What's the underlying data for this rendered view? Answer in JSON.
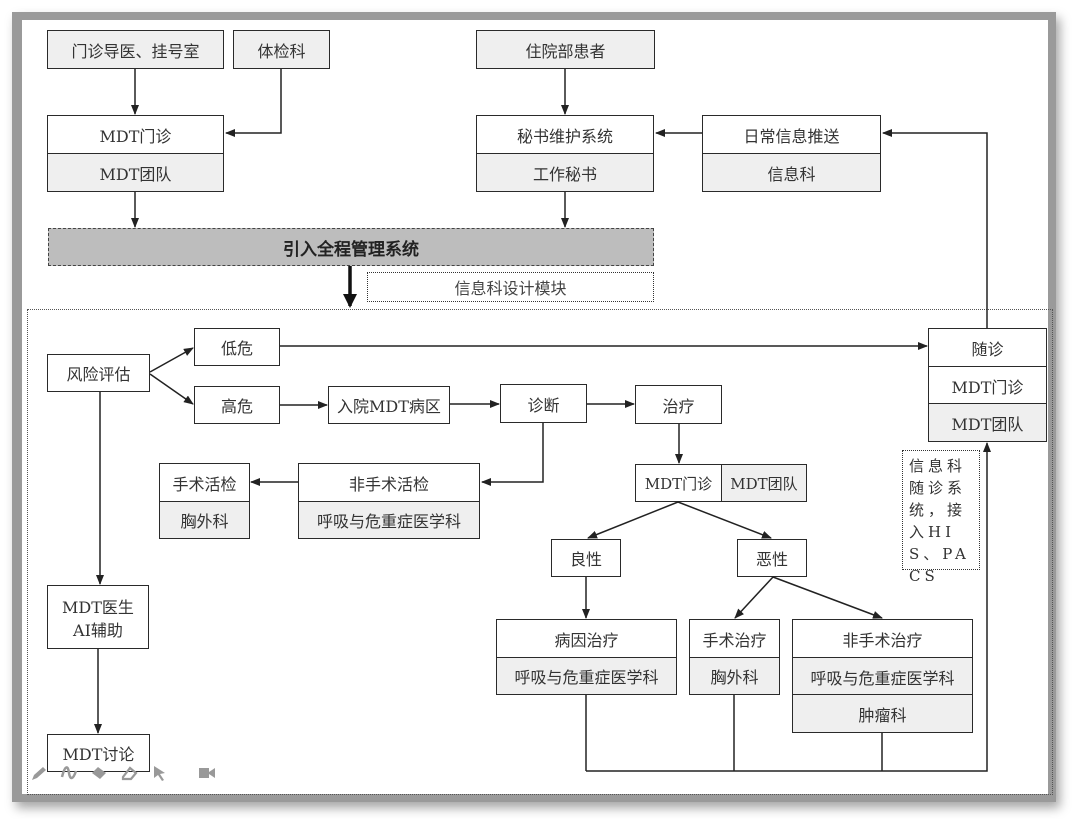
{
  "top": {
    "outpatient_guide": "门诊导医、挂号室",
    "physical_exam": "体检科",
    "inpatient": "住院部患者",
    "mdt_clinic": {
      "title": "MDT门诊",
      "team": "MDT团队"
    },
    "secretary": {
      "title": "秘书维护系统",
      "team": "工作秘书"
    },
    "daily_push": {
      "title": "日常信息推送",
      "team": "信息科"
    }
  },
  "system_bar": "引入全程管理系统",
  "module_note": "信息科设计模块",
  "flow": {
    "risk_assessment": "风险评估",
    "low_risk": "低危",
    "high_risk": "高危",
    "admission": "入院MDT病区",
    "diagnosis": "诊断",
    "treatment": "治疗",
    "surgical_biopsy": {
      "title": "手术活检",
      "team": "胸外科"
    },
    "nonsurgical_biopsy": {
      "title": "非手术活检",
      "team": "呼吸与危重症医学科"
    },
    "mdt_row": {
      "left": "MDT门诊",
      "right": "MDT团队"
    },
    "benign": "良性",
    "malignant": "恶性",
    "etiological": {
      "title": "病因治疗",
      "team": "呼吸与危重症医学科"
    },
    "surgical_tx": {
      "title": "手术治疗",
      "team": "胸外科"
    },
    "nonsurgical_tx": {
      "title": "非手术治疗",
      "team1": "呼吸与危重症医学科",
      "team2": "肿瘤科"
    },
    "followup": {
      "title": "随诊",
      "clinic": "MDT门诊",
      "team": "MDT团队"
    },
    "followup_note": "信息科随诊系统，接入HIS、PACS",
    "mdt_doctor": {
      "line1": "MDT医生",
      "line2": "AI辅助"
    },
    "mdt_discussion": "MDT讨论"
  },
  "toolbar": {
    "icons": [
      "pen-icon",
      "freehand-icon",
      "highlighter-icon",
      "eraser-icon",
      "pointer-icon",
      "video-icon"
    ]
  }
}
